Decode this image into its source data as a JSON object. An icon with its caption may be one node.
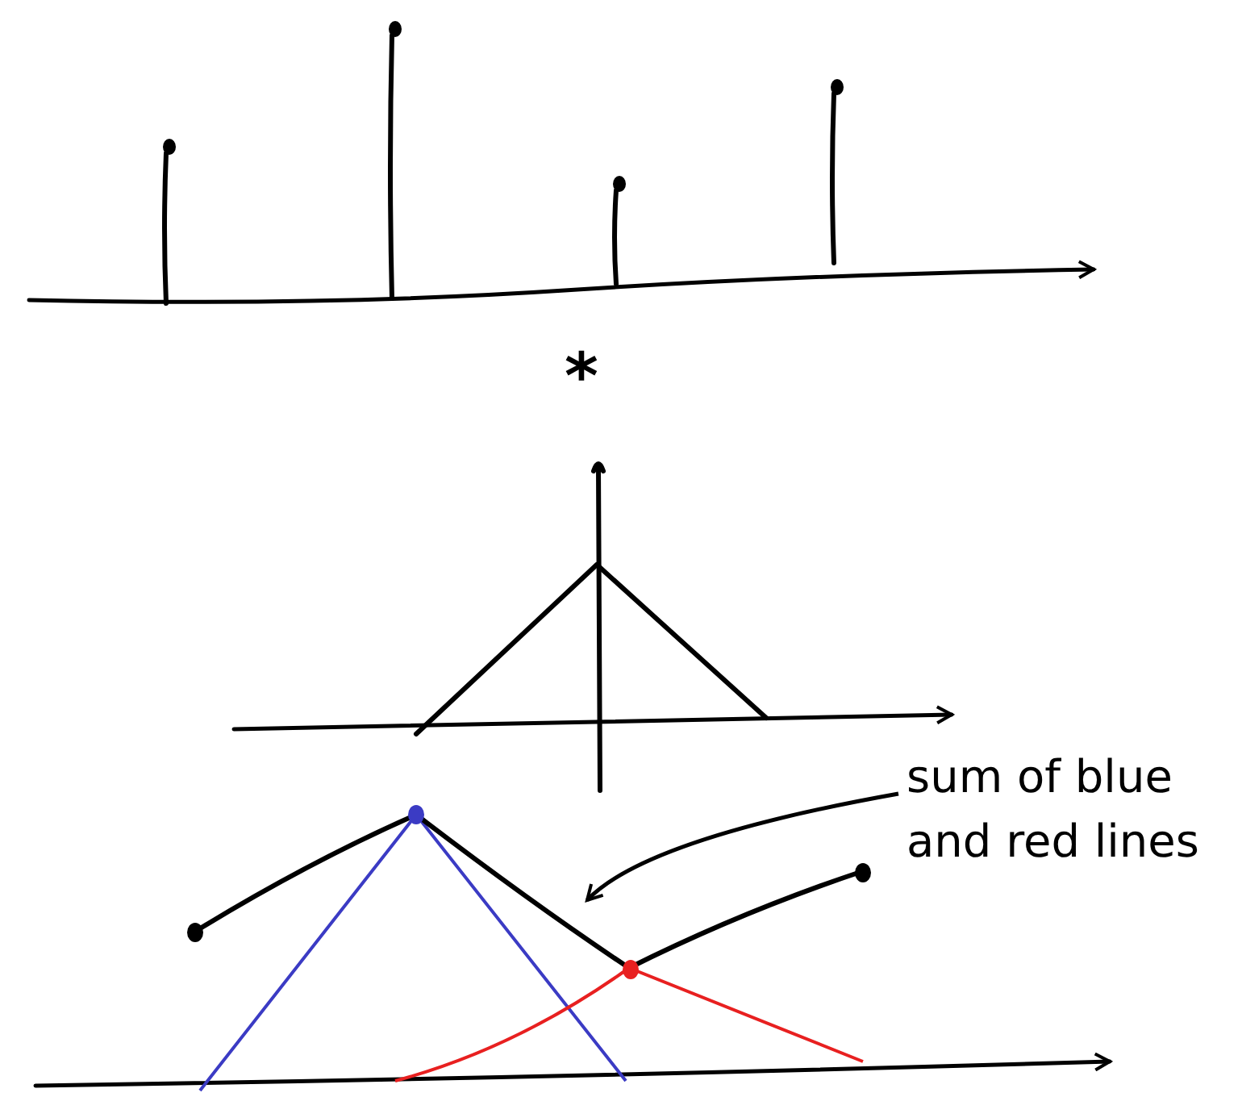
{
  "diagram": {
    "nodes": [
      {
        "text": [
          "sum of blue and red lines"
        ]
      },
      {
        "text": [],
        "shape": "line"
      }
    ],
    "edges": [
      {
        "from": 0,
        "to": 1,
        "arrow": "to"
      }
    ],
    "labels": [
      "*"
    ]
  }
}
